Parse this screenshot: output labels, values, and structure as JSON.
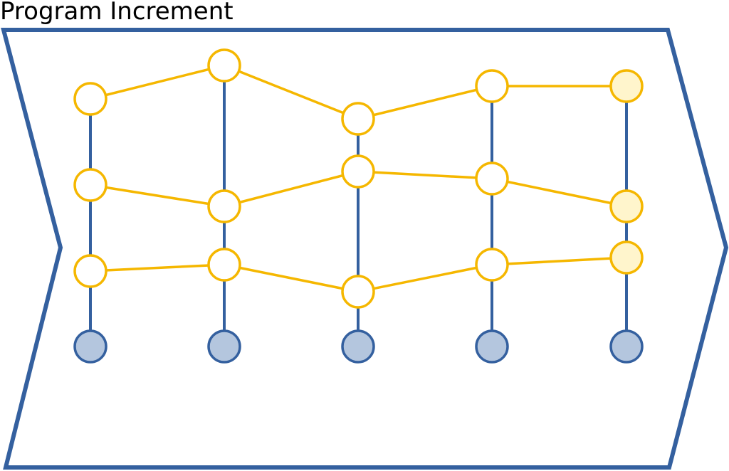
{
  "title": "Program Increment",
  "colors": {
    "chevron": "#34609f",
    "track": "#34609f",
    "base_fill": "#b4c6de",
    "node_stroke": "#f5b700",
    "node_fill": "#ffffff",
    "node_fill_highlight": "#fff5cc",
    "link": "#f5b700",
    "background": "#ffffff"
  },
  "diagram": {
    "columns": 5,
    "rows": [
      {
        "name": "row-1",
        "highlighted": [
          false,
          false,
          false,
          false,
          true
        ]
      },
      {
        "name": "row-2",
        "highlighted": [
          false,
          false,
          false,
          false,
          true
        ]
      },
      {
        "name": "row-3",
        "highlighted": [
          false,
          false,
          false,
          false,
          true
        ]
      }
    ],
    "base_nodes": 5
  }
}
